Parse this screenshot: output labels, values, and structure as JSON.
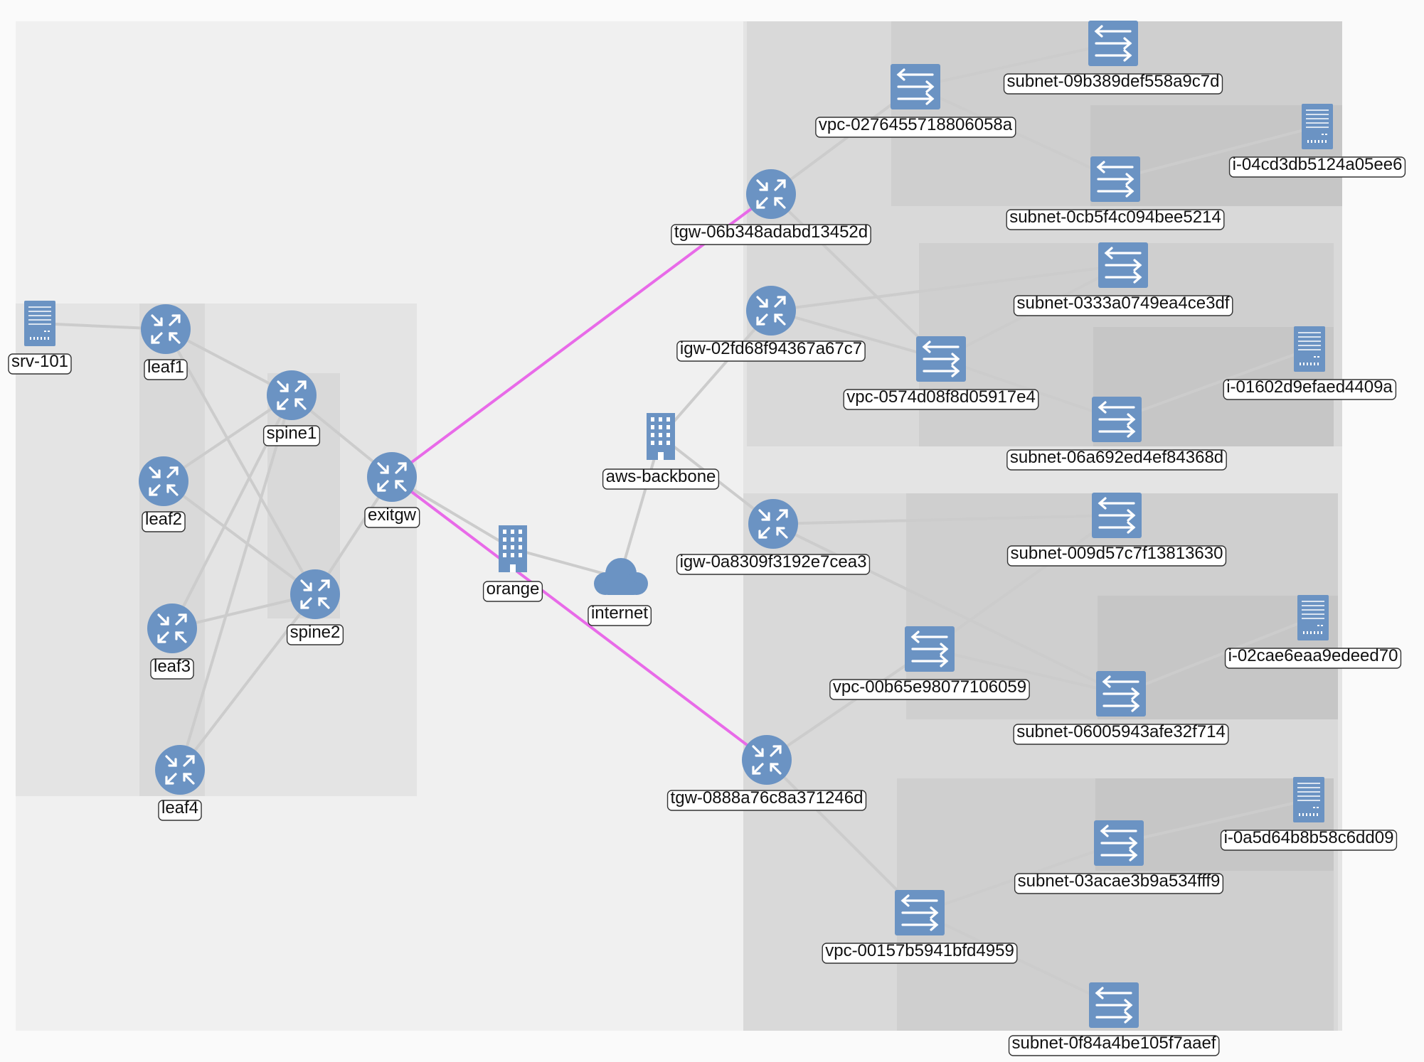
{
  "colors": {
    "background": "#fafafa",
    "canvas": "#f0f0f0",
    "group_level1": "#e4e4e4",
    "group_level2": "#d9d9d9",
    "group_level3": "#cfcfcf",
    "group_level4": "#c6c6c6",
    "icon": "#6b93c3",
    "edge": "#cccccc",
    "path_highlight": "#e86ae8",
    "label_border": "#333333"
  },
  "nodes": [
    {
      "id": "srv-101",
      "label": "srv-101",
      "icon": "server-icon"
    },
    {
      "id": "leaf1",
      "label": "leaf1",
      "icon": "router-icon"
    },
    {
      "id": "leaf2",
      "label": "leaf2",
      "icon": "router-icon"
    },
    {
      "id": "leaf3",
      "label": "leaf3",
      "icon": "router-icon"
    },
    {
      "id": "leaf4",
      "label": "leaf4",
      "icon": "router-icon"
    },
    {
      "id": "spine1",
      "label": "spine1",
      "icon": "router-icon"
    },
    {
      "id": "spine2",
      "label": "spine2",
      "icon": "router-icon"
    },
    {
      "id": "exitgw",
      "label": "exitgw",
      "icon": "router-icon"
    },
    {
      "id": "orange",
      "label": "orange",
      "icon": "building-icon"
    },
    {
      "id": "internet",
      "label": "internet",
      "icon": "cloud-icon"
    },
    {
      "id": "aws-backbone",
      "label": "aws-backbone",
      "icon": "building-icon"
    },
    {
      "id": "tgw-06b348adabd13452d",
      "label": "tgw-06b348adabd13452d",
      "icon": "router-icon"
    },
    {
      "id": "igw-02fd68f94367a67c7",
      "label": "igw-02fd68f94367a67c7",
      "icon": "router-icon"
    },
    {
      "id": "igw-0a8309f3192e7cea3",
      "label": "igw-0a8309f3192e7cea3",
      "icon": "router-icon"
    },
    {
      "id": "tgw-0888a76c8a371246d",
      "label": "tgw-0888a76c8a371246d",
      "icon": "router-icon"
    },
    {
      "id": "vpc-0276455718806058a",
      "label": "vpc-0276455718806058a",
      "icon": "switch-icon"
    },
    {
      "id": "vpc-0574d08f8d05917e4",
      "label": "vpc-0574d08f8d05917e4",
      "icon": "switch-icon"
    },
    {
      "id": "vpc-00b65e98077106059",
      "label": "vpc-00b65e98077106059",
      "icon": "switch-icon"
    },
    {
      "id": "vpc-00157b5941bfd4959",
      "label": "vpc-00157b5941bfd4959",
      "icon": "switch-icon"
    },
    {
      "id": "subnet-09b389def558a9c7d",
      "label": "subnet-09b389def558a9c7d",
      "icon": "switch-icon"
    },
    {
      "id": "subnet-0cb5f4c094bee5214",
      "label": "subnet-0cb5f4c094bee5214",
      "icon": "switch-icon"
    },
    {
      "id": "subnet-0333a0749ea4ce3df",
      "label": "subnet-0333a0749ea4ce3df",
      "icon": "switch-icon"
    },
    {
      "id": "subnet-06a692ed4ef84368d",
      "label": "subnet-06a692ed4ef84368d",
      "icon": "switch-icon"
    },
    {
      "id": "subnet-009d57c7f13813630",
      "label": "subnet-009d57c7f13813630",
      "icon": "switch-icon"
    },
    {
      "id": "subnet-06005943afe32f714",
      "label": "subnet-06005943afe32f714",
      "icon": "switch-icon"
    },
    {
      "id": "subnet-03acae3b9a534fff9",
      "label": "subnet-03acae3b9a534fff9",
      "icon": "switch-icon"
    },
    {
      "id": "subnet-0f84a4be105f7aaef",
      "label": "subnet-0f84a4be105f7aaef",
      "icon": "switch-icon"
    },
    {
      "id": "i-04cd3db5124a05ee6",
      "label": "i-04cd3db5124a05ee6",
      "icon": "server-icon"
    },
    {
      "id": "i-01602d9efaed4409a",
      "label": "i-01602d9efaed4409a",
      "icon": "server-icon"
    },
    {
      "id": "i-02cae6eaa9edeed70",
      "label": "i-02cae6eaa9edeed70",
      "icon": "server-icon"
    },
    {
      "id": "i-0a5d64b8b58c6dd09",
      "label": "i-0a5d64b8b58c6dd09",
      "icon": "server-icon"
    }
  ],
  "edges": [
    {
      "from": "srv-101",
      "to": "leaf1"
    },
    {
      "from": "leaf1",
      "to": "spine1"
    },
    {
      "from": "leaf1",
      "to": "spine2"
    },
    {
      "from": "leaf2",
      "to": "spine1"
    },
    {
      "from": "leaf2",
      "to": "spine2"
    },
    {
      "from": "leaf3",
      "to": "spine1"
    },
    {
      "from": "leaf3",
      "to": "spine2"
    },
    {
      "from": "leaf4",
      "to": "spine1"
    },
    {
      "from": "leaf4",
      "to": "spine2"
    },
    {
      "from": "spine1",
      "to": "exitgw"
    },
    {
      "from": "spine2",
      "to": "exitgw"
    },
    {
      "from": "exitgw",
      "to": "orange"
    },
    {
      "from": "orange",
      "to": "internet"
    },
    {
      "from": "internet",
      "to": "aws-backbone"
    },
    {
      "from": "aws-backbone",
      "to": "igw-02fd68f94367a67c7"
    },
    {
      "from": "aws-backbone",
      "to": "igw-0a8309f3192e7cea3"
    },
    {
      "from": "exitgw",
      "to": "tgw-06b348adabd13452d",
      "highlight": true
    },
    {
      "from": "exitgw",
      "to": "tgw-0888a76c8a371246d",
      "highlight": true
    },
    {
      "from": "tgw-06b348adabd13452d",
      "to": "vpc-0276455718806058a"
    },
    {
      "from": "tgw-06b348adabd13452d",
      "to": "vpc-0574d08f8d05917e4"
    },
    {
      "from": "igw-02fd68f94367a67c7",
      "to": "vpc-0574d08f8d05917e4"
    },
    {
      "from": "igw-02fd68f94367a67c7",
      "to": "subnet-0333a0749ea4ce3df"
    },
    {
      "from": "igw-0a8309f3192e7cea3",
      "to": "subnet-009d57c7f13813630"
    },
    {
      "from": "igw-0a8309f3192e7cea3",
      "to": "subnet-06005943afe32f714"
    },
    {
      "from": "tgw-0888a76c8a371246d",
      "to": "vpc-00b65e98077106059"
    },
    {
      "from": "tgw-0888a76c8a371246d",
      "to": "vpc-00157b5941bfd4959"
    },
    {
      "from": "vpc-0276455718806058a",
      "to": "subnet-09b389def558a9c7d"
    },
    {
      "from": "vpc-0276455718806058a",
      "to": "subnet-0cb5f4c094bee5214"
    },
    {
      "from": "vpc-0574d08f8d05917e4",
      "to": "subnet-0333a0749ea4ce3df"
    },
    {
      "from": "vpc-0574d08f8d05917e4",
      "to": "subnet-06a692ed4ef84368d"
    },
    {
      "from": "vpc-00b65e98077106059",
      "to": "subnet-009d57c7f13813630"
    },
    {
      "from": "vpc-00b65e98077106059",
      "to": "subnet-06005943afe32f714"
    },
    {
      "from": "vpc-00157b5941bfd4959",
      "to": "subnet-03acae3b9a534fff9"
    },
    {
      "from": "vpc-00157b5941bfd4959",
      "to": "subnet-0f84a4be105f7aaef"
    },
    {
      "from": "subnet-0cb5f4c094bee5214",
      "to": "i-04cd3db5124a05ee6"
    },
    {
      "from": "subnet-06a692ed4ef84368d",
      "to": "i-01602d9efaed4409a"
    },
    {
      "from": "subnet-06005943afe32f714",
      "to": "i-02cae6eaa9edeed70"
    },
    {
      "from": "subnet-03acae3b9a534fff9",
      "to": "i-0a5d64b8b58c6dd09"
    }
  ]
}
